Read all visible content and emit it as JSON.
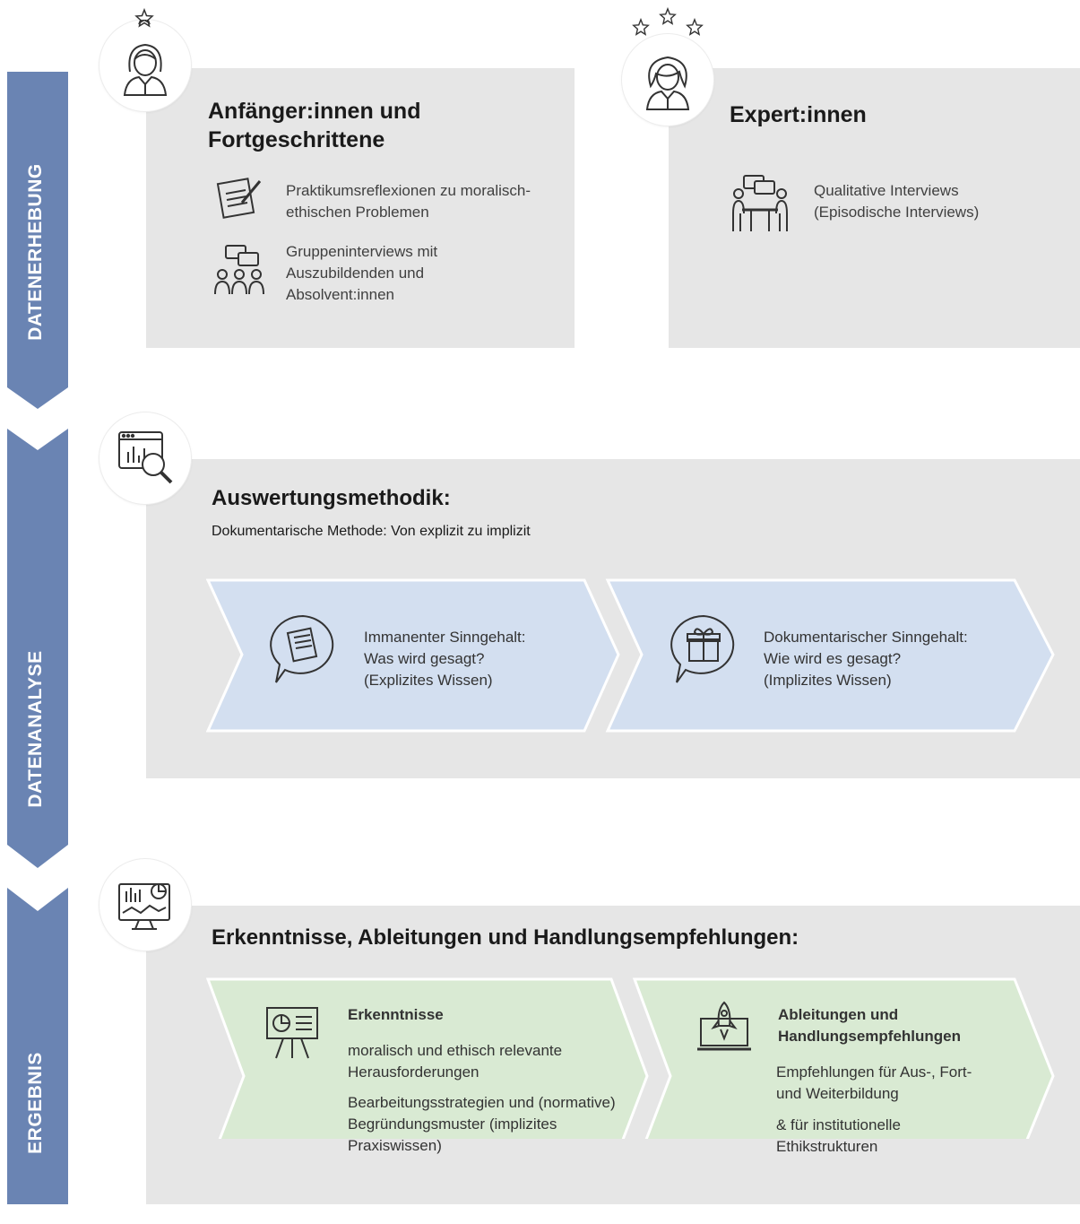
{
  "phases": [
    {
      "label": "DATENERHEBUNG"
    },
    {
      "label": "DATENANALYSE"
    },
    {
      "label": "ERGEBNIS"
    }
  ],
  "collection": {
    "beginners": {
      "title": "Anfänger:innen und Fortgeschrittene",
      "items": [
        {
          "icon": "document-pen-icon",
          "text": "Praktikumsreflexionen zu moralisch-ethischen Problemen"
        },
        {
          "icon": "group-interview-icon",
          "text": "Gruppeninterviews mit Auszubildenden und Absolvent:innen"
        }
      ]
    },
    "experts": {
      "title": "Expert:innen",
      "items": [
        {
          "icon": "interview-table-icon",
          "text": "Qualitative Interviews (Episodische Interviews)"
        }
      ]
    }
  },
  "analysis": {
    "title": "Auswertungsmethodik:",
    "subtitle": "Dokumentarische Methode: Von explizit zu implizit",
    "steps": [
      {
        "icon": "documents-bubble-icon",
        "lines": [
          "Immanenter Sinngehalt:",
          "Was wird gesagt?",
          "(Explizites Wissen)"
        ]
      },
      {
        "icon": "gift-bubble-icon",
        "lines": [
          "Dokumentarischer Sinngehalt:",
          "Wie wird es gesagt?",
          "(Implizites Wissen)"
        ]
      }
    ]
  },
  "result": {
    "title": "Erkenntnisse, Ableitungen und Handlungsempfehlungen:",
    "steps": [
      {
        "icon": "presentation-board-icon",
        "heading": "Erkenntnisse",
        "paragraphs": [
          "moralisch und ethisch relevante Herausforderungen",
          "Bearbeitungsstrategien und (normative) Begründungsmuster (implizites Praxiswissen)"
        ]
      },
      {
        "icon": "rocket-laptop-icon",
        "heading": "Ableitungen und Handlungsempfehlungen",
        "paragraphs": [
          "Empfehlungen für Aus-, Fort- und Weiterbildung",
          "& für institutionelle Ethikstrukturen"
        ]
      }
    ]
  },
  "colors": {
    "phase_bar": "#6a84b3",
    "panel": "#e6e6e6",
    "analysis_chevron": "#d3dff0",
    "result_chevron": "#d9ead3"
  }
}
